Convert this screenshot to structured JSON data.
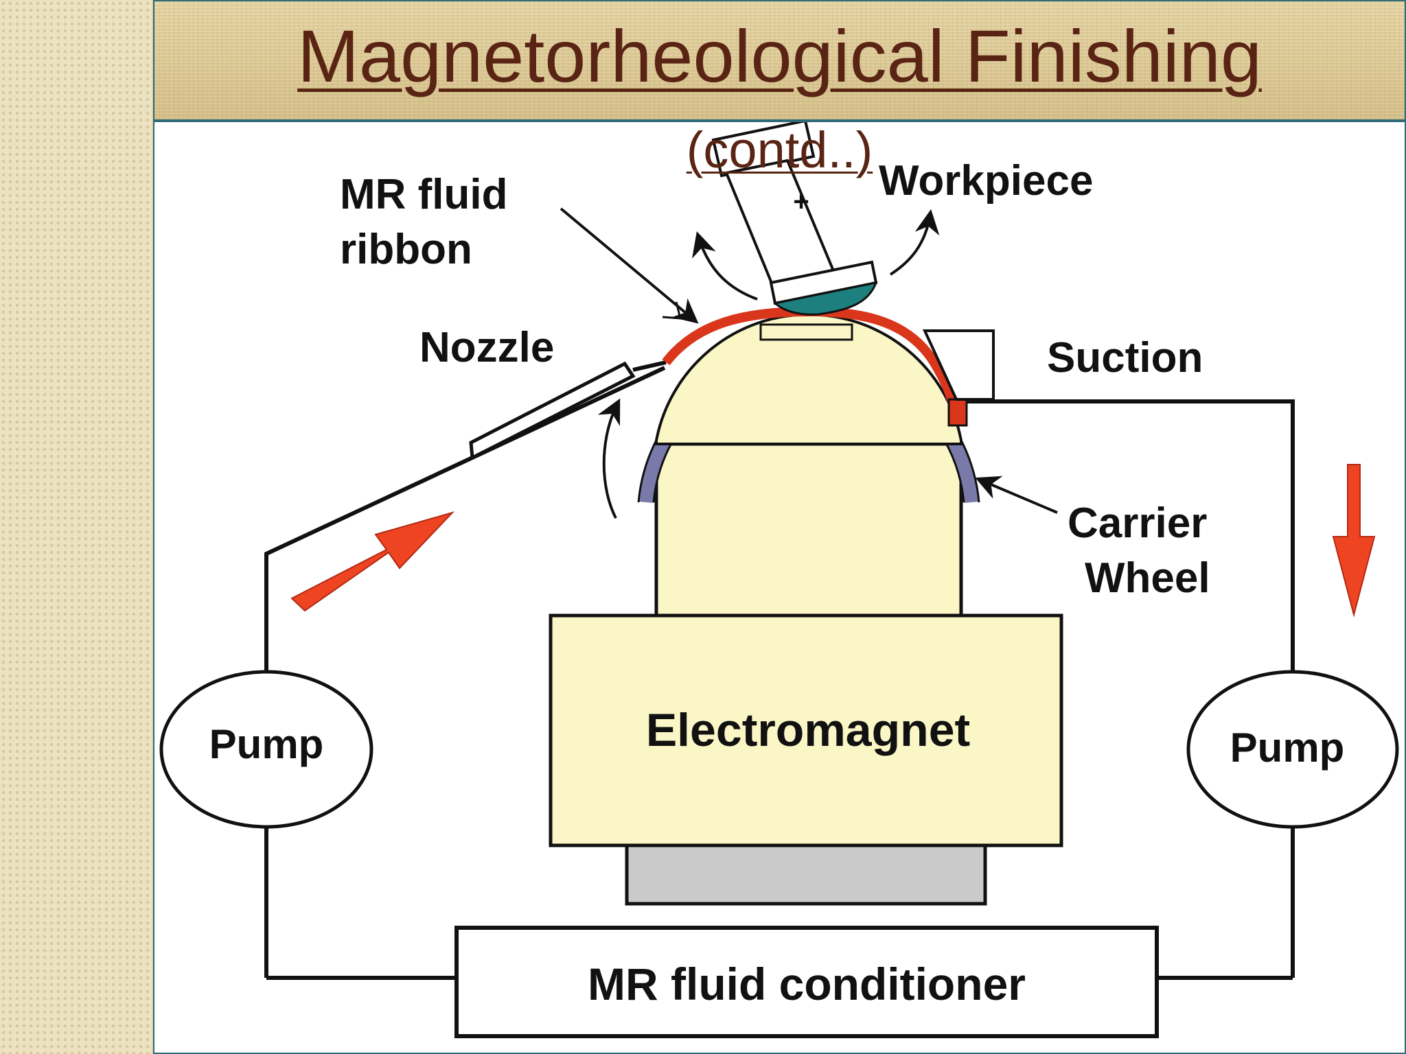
{
  "slide": {
    "title": "Magnetorheological Finishing",
    "subtitle": "(contd..)"
  },
  "diagram": {
    "labels": {
      "mr_fluid_ribbon_line1": "MR fluid",
      "mr_fluid_ribbon_line2": "ribbon",
      "workpiece": "Workpiece",
      "nozzle": "Nozzle",
      "suction": "Suction",
      "carrier_wheel_line1": "Carrier",
      "carrier_wheel_line2": "Wheel",
      "electromagnet": "Electromagnet",
      "pump_left": "Pump",
      "pump_right": "Pump",
      "conditioner": "MR fluid conditioner",
      "workpiece_mark": "+"
    },
    "colors": {
      "ribbon": "#d9361c",
      "flow_arrow": "#ee4422",
      "carrier_wheel": "#7a7aaa",
      "magnet_fill": "#fbf6c6",
      "magnet_base": "#cacaca",
      "workpiece_lens": "#1e7f7f"
    }
  }
}
